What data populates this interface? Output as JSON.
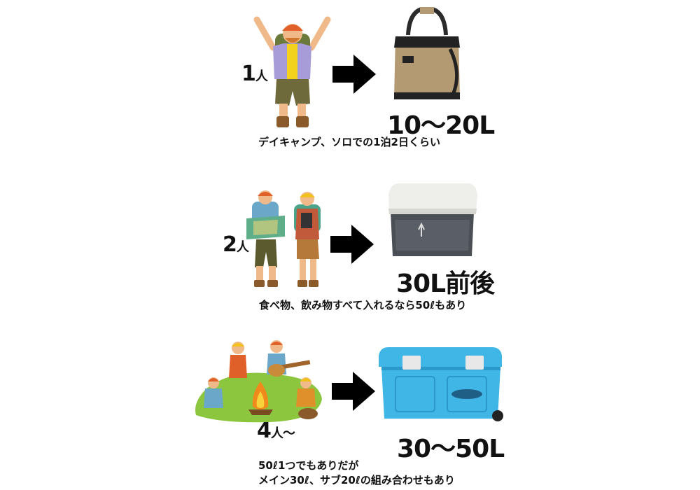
{
  "rows": [
    {
      "count_num": "1",
      "count_unit": "人",
      "capacity": "10〜20L",
      "note": "デイキャンプ、ソロでの1泊2日くらい",
      "people_icon": "hiker-jumping-icon",
      "cooler_icon": "soft-cooler-bag-icon"
    },
    {
      "count_num": "2",
      "count_unit": "人",
      "capacity": "30L前後",
      "note": "食べ物、飲み物すべて入れるなら50ℓもあり",
      "people_icon": "two-hikers-with-map-icon",
      "cooler_icon": "gray-hard-cooler-icon"
    },
    {
      "count_num": "4",
      "count_unit": "人〜",
      "capacity": "30〜50L",
      "note_line1": "50ℓ1つでもありだが",
      "note_line2": "メイン30ℓ、サブ20ℓの組み合わせもあり",
      "people_icon": "campfire-group-icon",
      "cooler_icon": "blue-wheeled-cooler-icon"
    }
  ],
  "arrow_icon": "right-arrow-icon",
  "colors": {
    "arrow": "#000000",
    "text": "#111111",
    "cooler_blue": "#3fb6e6",
    "cooler_gray": "#4a4e55",
    "bag_khaki": "#b39a72",
    "grass": "#8cc63e"
  }
}
